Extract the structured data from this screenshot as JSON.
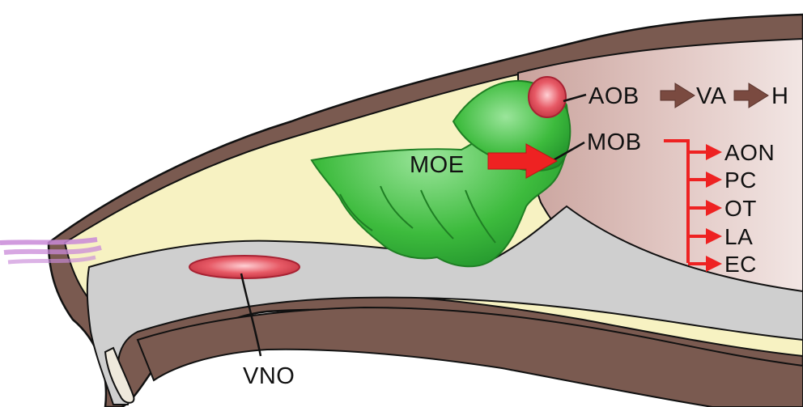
{
  "labels": {
    "aob": "AOB",
    "va": "VA",
    "h": "H",
    "mob": "MOB",
    "moe": "MOE",
    "vno": "VNO",
    "targets": [
      "AON",
      "PC",
      "OT",
      "LA",
      "EC"
    ]
  },
  "colors": {
    "bone": "#7a5a50",
    "nasal_cavity": "#f7f2c2",
    "brain": "#d9b8b4",
    "grey_tissue": "#cfcfcf",
    "olfactory_epithelium": "#3fbf3f",
    "bulb_highlight": "#e0606a",
    "projection_arrow": "#ee2222",
    "accessory_arrow": "#7a4a40",
    "whisker": "#c98ad8"
  }
}
